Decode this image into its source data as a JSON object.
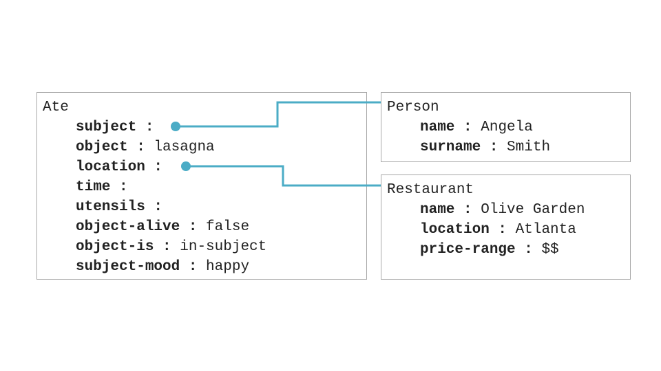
{
  "accent_color": "#4bacc6",
  "frames": {
    "ate": {
      "title": "Ate",
      "slots": [
        {
          "name": "subject",
          "sep": " : ",
          "value": ""
        },
        {
          "name": "object",
          "sep": " : ",
          "value": "lasagna"
        },
        {
          "name": "location",
          "sep": " : ",
          "value": ""
        },
        {
          "name": "time",
          "sep": " : ",
          "value": ""
        },
        {
          "name": "utensils",
          "sep": " : ",
          "value": ""
        },
        {
          "name": "object-alive",
          "sep": " : ",
          "value": "false"
        },
        {
          "name": "object-is",
          "sep": " : ",
          "value": "in-subject"
        },
        {
          "name": "subject-mood",
          "sep": " : ",
          "value": "happy"
        }
      ]
    },
    "person": {
      "title": "Person",
      "slots": [
        {
          "name": "name",
          "sep": " : ",
          "value": "Angela"
        },
        {
          "name": "surname",
          "sep": " : ",
          "value": "Smith"
        }
      ]
    },
    "restaurant": {
      "title": "Restaurant",
      "slots": [
        {
          "name": "name",
          "sep": " : ",
          "value": "Olive Garden"
        },
        {
          "name": "location",
          "sep": " : ",
          "value": "Atlanta"
        },
        {
          "name": "price-range",
          "sep": " : ",
          "value": "$$"
        }
      ]
    }
  },
  "links": [
    {
      "from_frame": "ate",
      "from_slot": "subject",
      "to_frame": "person"
    },
    {
      "from_frame": "ate",
      "from_slot": "location",
      "to_frame": "restaurant"
    }
  ]
}
